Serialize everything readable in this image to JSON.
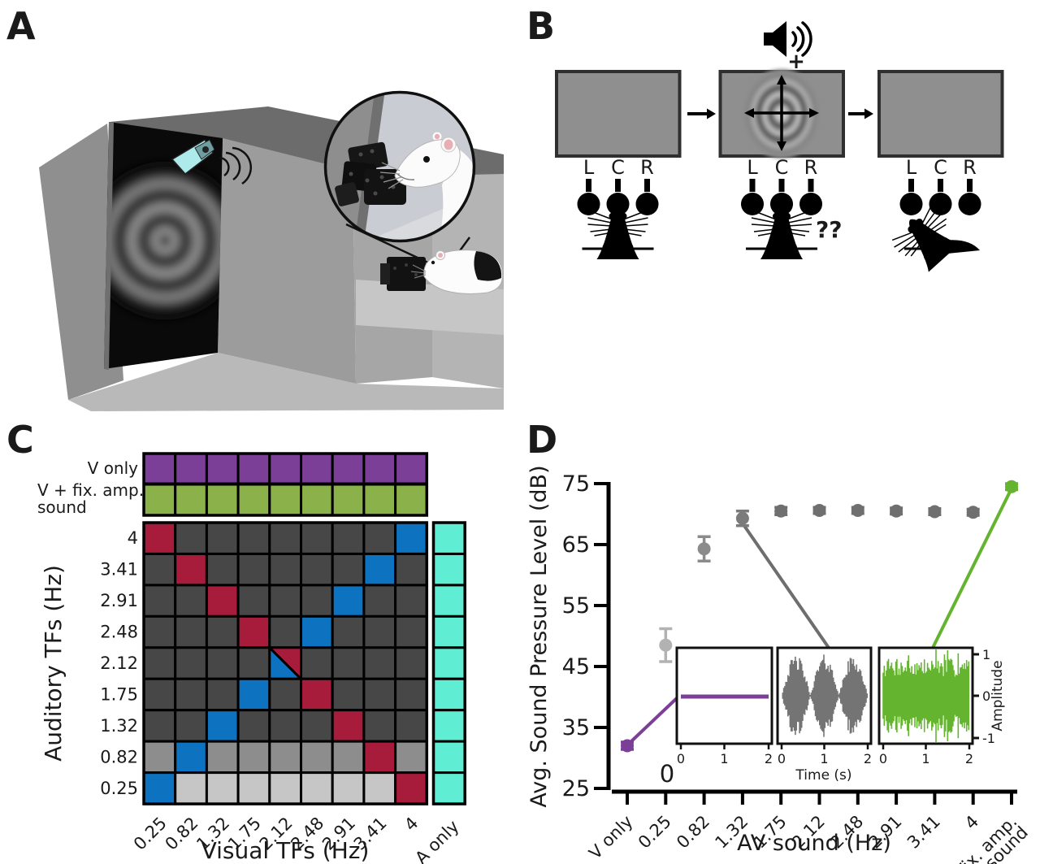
{
  "figure": {
    "panel_labels": {
      "A": "A",
      "B": "B",
      "C": "C",
      "D": "D"
    },
    "background": "#ffffff"
  },
  "panel_b": {
    "port_labels": [
      "L",
      "C",
      "R"
    ],
    "plus_sign": "+",
    "question_marks": "??"
  },
  "panel_c": {
    "v_only_label": "V only",
    "v_fix_label_line1": "V + fix. amp.",
    "v_fix_label_line2": "sound",
    "a_only_label": "A only"
  },
  "panel_d": {
    "origin_label": "0"
  },
  "colors": {
    "purple": "#7b3f98",
    "olive_green": "#8bb14a",
    "teal": "#5feed3",
    "blue": "#0d72c0",
    "crimson": "#a71b3b",
    "dark_cell": "#474747",
    "mid_cell": "#8d8d8d",
    "light_cell": "#c6c6c6",
    "bright_green": "#64b42f",
    "waveform_gray": "#747474"
  },
  "chart_data": [
    {
      "id": "panel_C",
      "type": "heatmap",
      "title": "",
      "xlabel": "Visual TFs (Hz)",
      "ylabel": "Auditory TFs (Hz)",
      "x_categories": [
        "0.25",
        "0.82",
        "1.32",
        "1.75",
        "2.12",
        "2.48",
        "2.91",
        "3.41",
        "4"
      ],
      "y_categories": [
        "4",
        "3.41",
        "2.91",
        "2.48",
        "2.12",
        "1.75",
        "1.32",
        "0.82",
        "0.25"
      ],
      "rows": [
        "RDDDDDDDB",
        "DRDDDDDBD",
        "DDRDDDBDD",
        "DDDRDBDDD",
        "DDDDSDDDD",
        "DDDBDRDDD",
        "DDBDDDRDD",
        "MBMMMMMRM",
        "BLLLLLLLR"
      ],
      "cell_code_meaning": {
        "R": "crimson incongruent AV pair",
        "B": "blue congruent AV pair",
        "S": "split blue/crimson at 2.12 Hz",
        "D": "dark gray cell",
        "M": "medium gray cell",
        "L": "light gray cell"
      },
      "annotation_rows": [
        {
          "label": "V only",
          "color": "#7b3f98"
        },
        {
          "label": "V + fix. amp. sound",
          "color": "#8bb14a"
        }
      ],
      "annotation_column": {
        "label": "A only",
        "color": "#5feed3"
      },
      "legend": "off"
    },
    {
      "id": "panel_D",
      "type": "scatter",
      "xlabel": "AV sound (Hz)",
      "ylabel": "Avg. Sound Pressure Level (dB)",
      "ylim": [
        25,
        75
      ],
      "yticks": [
        25,
        35,
        45,
        55,
        65,
        75
      ],
      "categories": [
        "V only",
        "0.25",
        "0.82",
        "1.32",
        "1.75",
        "2.12",
        "2.48",
        "2.91",
        "3.41",
        "4",
        "Fix. amp.\nsound"
      ],
      "values": [
        32,
        48.5,
        64.3,
        69.3,
        70.5,
        70.6,
        70.6,
        70.5,
        70.4,
        70.3,
        74.5
      ],
      "errors": [
        0.6,
        2.7,
        2.0,
        1.2,
        0.6,
        0.5,
        0.5,
        0.5,
        0.5,
        0.5,
        0.5
      ],
      "point_colors": [
        "#7b3f98",
        "#b2b2b2",
        "#8b8b8b",
        "#7b7b7b",
        "#6f6f6f",
        "#6f6f6f",
        "#6f6f6f",
        "#6f6f6f",
        "#6f6f6f",
        "#6f6f6f",
        "#64b42f"
      ],
      "category_label_colors": [
        "#7b3f98",
        "#1a1a1a",
        "#1a1a1a",
        "#1a1a1a",
        "#1a1a1a",
        "#1a1a1a",
        "#1a1a1a",
        "#1a1a1a",
        "#1a1a1a",
        "#1a1a1a",
        "#64b42f"
      ],
      "grid": "off",
      "legend": "off",
      "insets": [
        {
          "name": "flat",
          "color": "#7b3f98",
          "x_ticks": [
            "0",
            "1",
            "2"
          ]
        },
        {
          "name": "amplitude_modulated",
          "color": "#747474",
          "x_ticks": [
            "0",
            "1",
            "2"
          ],
          "xlabel": "Time (s)",
          "envelope_cycles_per_2s": 3
        },
        {
          "name": "fixed_amplitude_noise",
          "color": "#64b42f",
          "x_ticks": [
            "0",
            "1",
            "2"
          ],
          "ylabel": "Amplitude",
          "y_ticks": [
            "1",
            "0",
            "-1"
          ]
        }
      ]
    }
  ]
}
